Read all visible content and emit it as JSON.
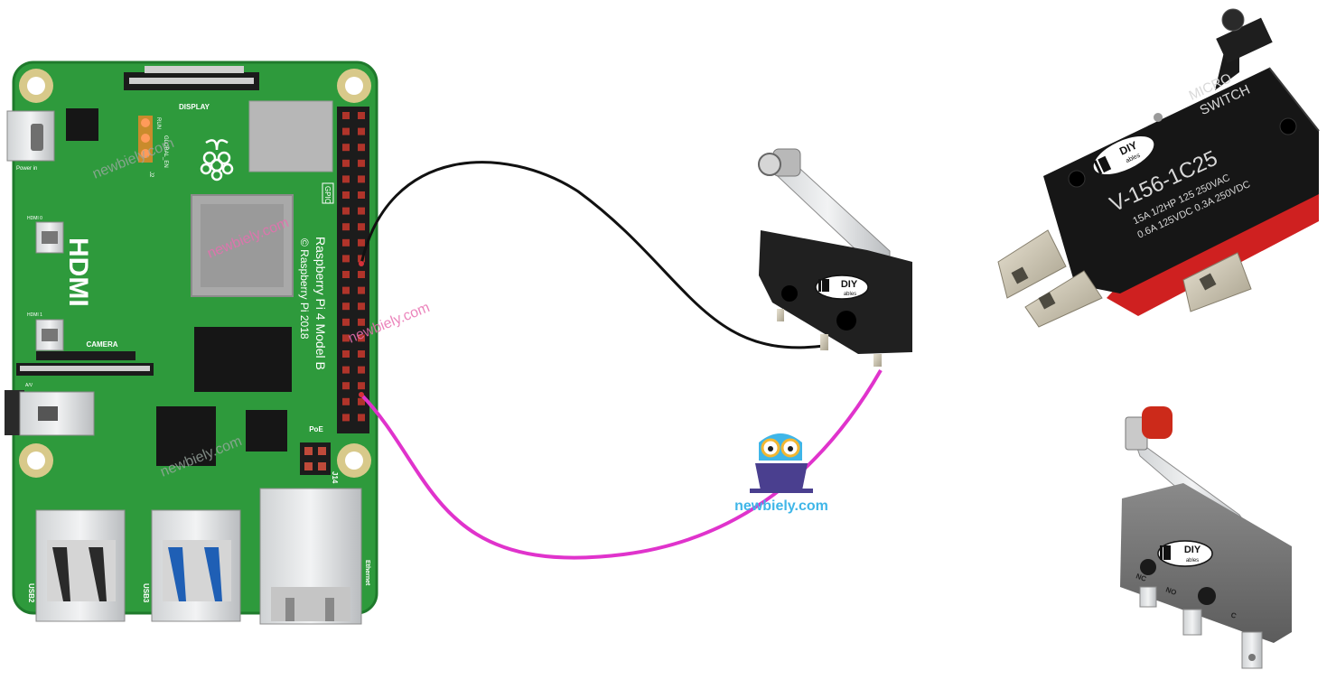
{
  "board": {
    "label_display": "DISPLAY",
    "label_camera": "CAMERA",
    "label_hdmi": "HDMI",
    "label_hdmi0": "HDMI 0",
    "label_hdmi1": "HDMI 1",
    "label_power": "Power in",
    "label_av": "A/V",
    "label_poe": "PoE",
    "label_j14": "J14",
    "label_j2": "J2",
    "label_run": "RUN",
    "label_global_en": "GLOBAL_EN",
    "label_gpio": "GPIO",
    "label_model": "Raspberry Pi 4 Model B",
    "label_copyright": "© Raspberry Pi 2018",
    "label_usb2": "USB2",
    "label_usb3": "USB3",
    "label_ethernet": "Ethernet"
  },
  "watermarks": {
    "text": "newbiely.com",
    "brand_text": "newbiely.com"
  },
  "switch_small": {
    "brand": "DIY",
    "brand_sub": "ables"
  },
  "switch_large": {
    "brand": "DIY",
    "brand_sub": "ables",
    "line1": "MICRO",
    "line2": "SWITCH",
    "model": "V-156-1C25",
    "rating1": "15A 1/2HP 125 250VAC",
    "rating2": "0.6A 125VDC 0.3A 250VDC"
  },
  "switch_grey": {
    "brand": "DIY",
    "brand_sub": "ables",
    "pin_nc": "NC",
    "pin_no": "NO",
    "pin_c": "C"
  },
  "colors": {
    "board_green": "#2e9a3c",
    "wire_black": "#111111",
    "wire_magenta": "#e033cc",
    "watermark_pink": "#e86fb0",
    "watermark_grey": "#9aa8a0",
    "brand_blue": "#3fb6e8"
  }
}
